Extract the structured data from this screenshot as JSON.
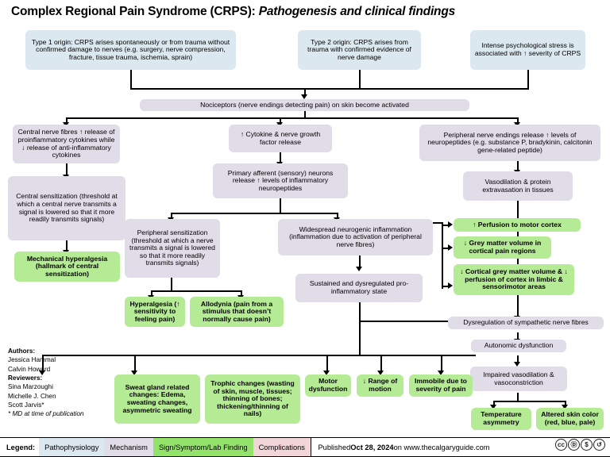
{
  "title": {
    "main": "Complex Regional Pain Syndrome (CRPS):",
    "sub": "Pathogenesis and clinical findings"
  },
  "colors": {
    "pathophysiology": "#dce8ef",
    "mechanism": "#e0dce8",
    "sign_symptom": "#93e36a",
    "complications": "#f2d5d8",
    "node_green": "#b6eb95",
    "connector": "#000000"
  },
  "nodes": {
    "type1_origin": "Type 1 origin: CRPS arises spontaneously or from trauma without confirmed damage to nerves (e.g. surgery, nerve compression, fracture, tissue trauma, ischemia, sprain)",
    "type2_origin": "Type 2 origin: CRPS arises from trauma with confirmed evidence of nerve damage",
    "psych_stress": "Intense psychological stress is associated with ↑ severity of CRPS",
    "nociceptors": "Nociceptors (nerve endings detecting pain) on skin become activated",
    "central_nerve_fibres": "Central nerve fibres ↑ release of  proinflammatory cytokines while ↓ release of anti-inflammatory cytokines",
    "cytokine_release": "↑ Cytokine & nerve growth factor release",
    "peripheral_neuropeptides": "Peripheral nerve endings release ↑ levels of neuropeptides (e.g. substance P, bradykinin, calcitonin gene-related peptide)",
    "central_sensitization": "Central sensitization (threshold at which a central nerve transmits a signal is lowered so that it more readily transmits signals)",
    "primary_afferent": "Primary afferent (sensory) neurons release ↑ levels of inflammatory neuropeptides",
    "vasodilation": "Vasodilation & protein extravasation in tissues",
    "mechanical_hyperalgesia": "Mechanical hyperalgesia (hallmark of central sensitization)",
    "peripheral_sensitization": "Peripheral sensitization (threshold at which a nerve transmits a signal is lowered so that it more readily transmits signals)",
    "neurogenic_inflammation": "Widespread neurogenic inflammation (inflammation due to activation of peripheral nerve fibres)",
    "perfusion_motor_cortex": "↑ Perfusion to motor cortex",
    "grey_matter_volume": "↓ Grey matter volume in cortical pain regions",
    "cortical_grey_matter": "↓ Cortical grey matter volume & ↓ perfusion of cortex in limbic & sensorimotor areas",
    "proinflammatory_state": "Sustained and dysregulated pro-inflammatory state",
    "hyperalgesia": "Hyperalgesia (↑ sensitivity to feeling pain)",
    "allodynia": "Allodynia (pain from a stimulus that doesn’t normally cause pain)",
    "sympathetic_dysregulation": "Dysregulation of sympathetic nerve fibres",
    "autonomic_dysfunction": "Autonomic dysfunction",
    "impaired_vasodilation": "Impaired vasodilation & vasoconstriction",
    "sweat_gland": "Sweat gland related changes: Edema, sweating changes, asymmetric sweating",
    "trophic_changes": "Trophic changes (wasting of skin, muscle, tissues; thinning of bones; thickening/thinning of nails)",
    "motor_dysfunction": "Motor dysfunction",
    "range_of_motion": "↓ Range of motion",
    "immobile": "Immobile due to severity of pain",
    "temperature_asymmetry": "Temperature asymmetry",
    "altered_skin_color": "Altered skin color (red, blue, pale)"
  },
  "authors": {
    "authors_label": "Authors:",
    "authors": [
      "Jessica Hammal",
      "Calvin Howard"
    ],
    "reviewers_label": "Reviewers:",
    "reviewers": [
      "Sina Marzoughi",
      "Michelle J. Chen",
      "Scott Jarvis*"
    ],
    "footnote": "* MD at time of publication"
  },
  "legend": {
    "label": "Legend:",
    "items": [
      "Pathophysiology",
      "Mechanism",
      "Sign/Symptom/Lab Finding",
      "Complications"
    ],
    "published_prefix": "Published ",
    "published_date": "Oct 28, 2024",
    "published_suffix": " on www.thecalgaryguide.com",
    "cc_marks": [
      "cc",
      "BY",
      "NC",
      "SA"
    ]
  }
}
